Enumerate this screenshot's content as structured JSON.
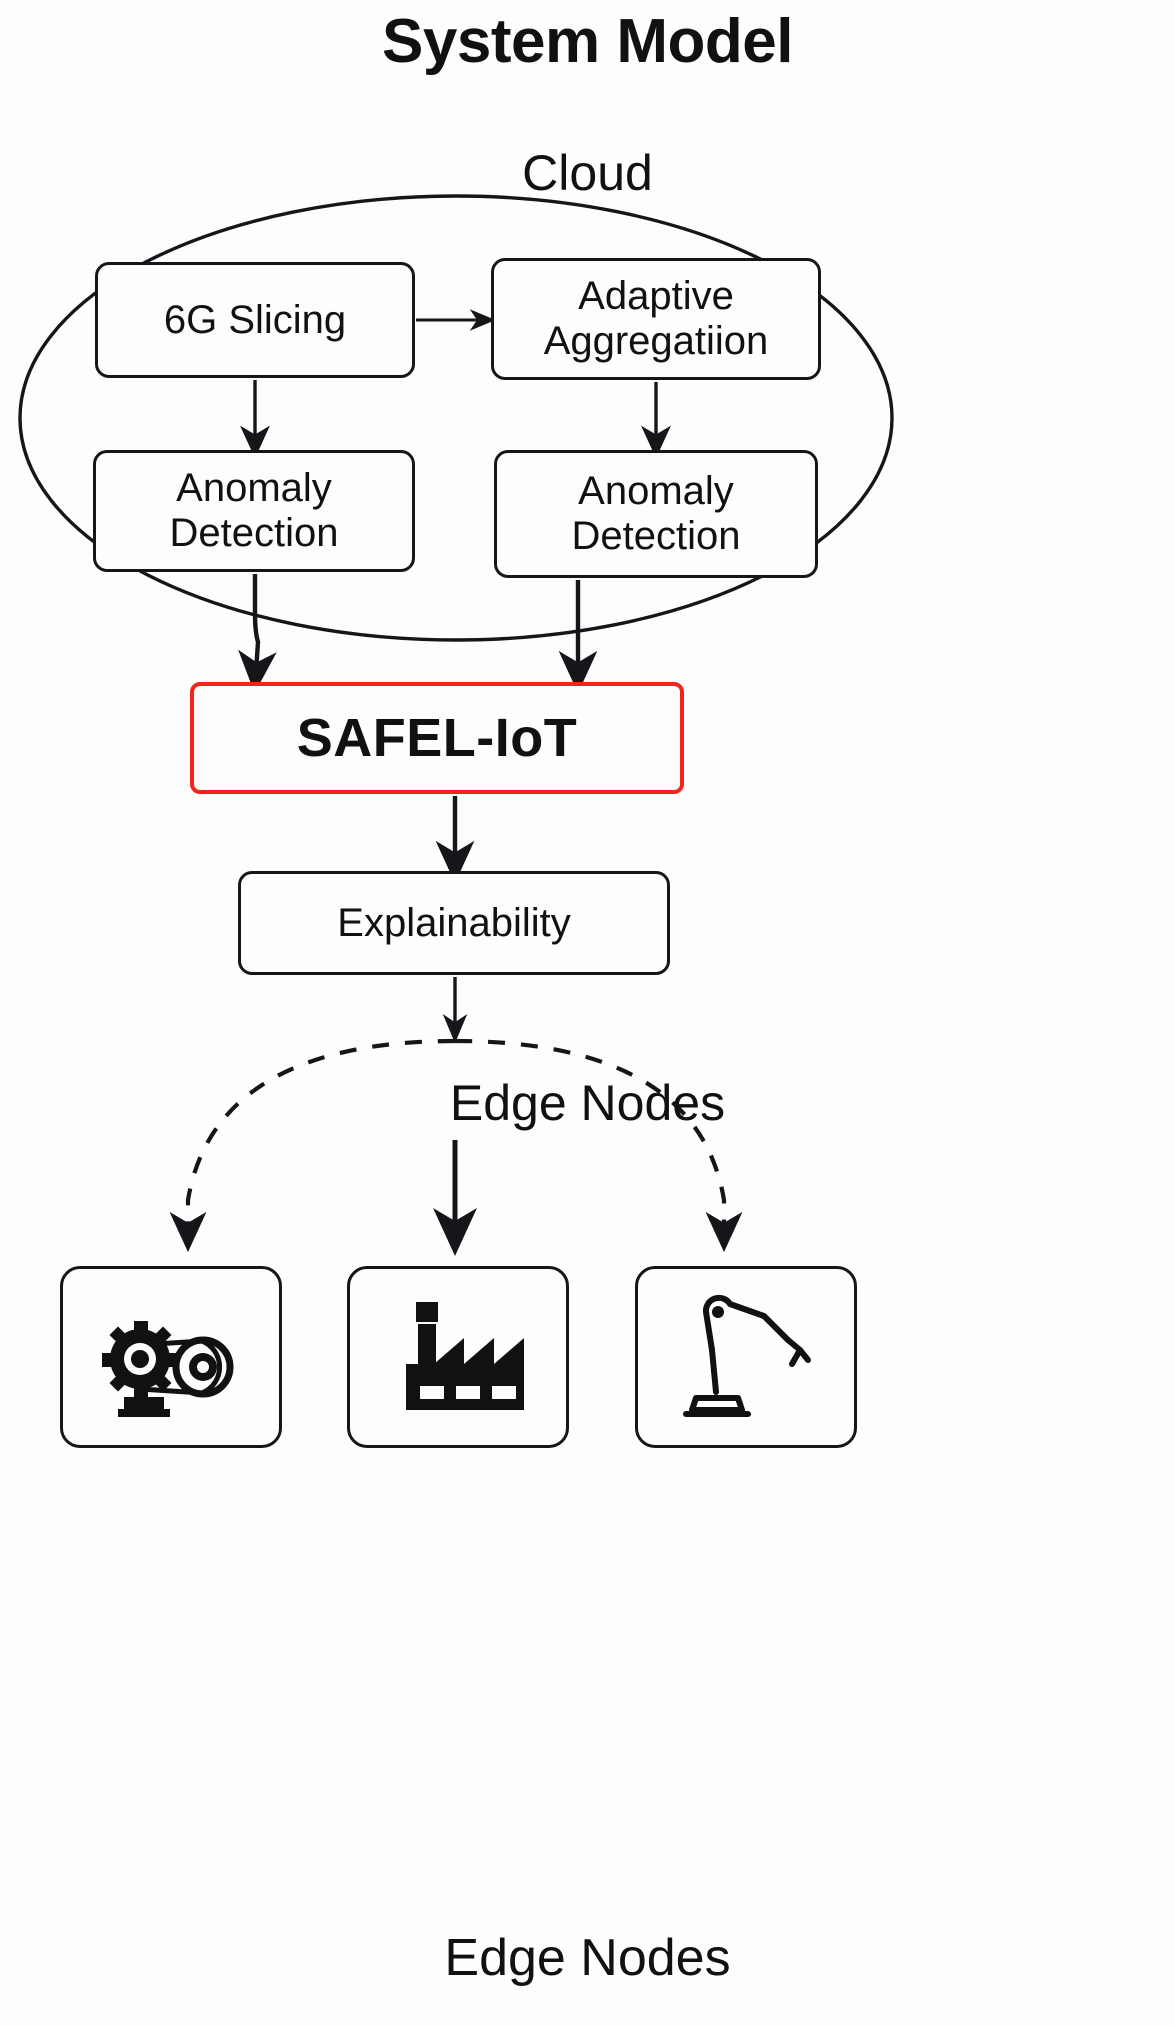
{
  "diagram": {
    "title": "System Model",
    "cloud_label": "Cloud",
    "edge_label_inner": "Edge Nodes",
    "edge_label_bottom": "Edge Nodes",
    "accent_color": "#f4241d",
    "stroke_color": "#15161a",
    "background_color": "#fdfdfd"
  },
  "nodes": {
    "slicing": "6G Slicing",
    "aggregation": "Adaptive\nAggregatiion",
    "anomaly_left": "Anomaly\nDetection",
    "anomaly_right": "Anomaly\nDetection",
    "safel": "SAFEL-IoT",
    "explainability": "Explainability"
  },
  "devices": [
    {
      "icon": "gear-pulley-icon",
      "name": "machinery"
    },
    {
      "icon": "factory-icon",
      "name": "factory"
    },
    {
      "icon": "robot-arm-icon",
      "name": "robot-arm"
    }
  ],
  "edges": [
    {
      "from": "6G Slicing",
      "to": "Adaptive Aggregatiion",
      "style": "solid"
    },
    {
      "from": "6G Slicing",
      "to": "Anomaly Detection (left)",
      "style": "solid"
    },
    {
      "from": "Adaptive Aggregatiion",
      "to": "Anomaly Detection (right)",
      "style": "solid"
    },
    {
      "from": "Anomaly Detection (left)",
      "to": "SAFEL-IoT",
      "style": "solid"
    },
    {
      "from": "Anomaly Detection (right)",
      "to": "SAFEL-IoT",
      "style": "solid"
    },
    {
      "from": "SAFEL-IoT",
      "to": "Explainability",
      "style": "solid"
    },
    {
      "from": "Explainability",
      "to": "Edge Nodes",
      "style": "solid"
    },
    {
      "from": "Edge Nodes",
      "to": "machinery",
      "style": "dashed"
    },
    {
      "from": "Edge Nodes",
      "to": "factory",
      "style": "solid"
    },
    {
      "from": "Edge Nodes",
      "to": "robot-arm",
      "style": "dashed"
    }
  ]
}
